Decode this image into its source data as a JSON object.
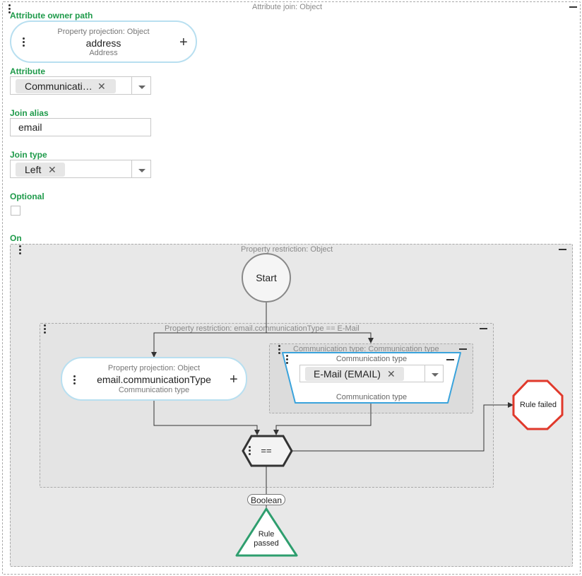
{
  "outer": {
    "caption": "Attribute join: Object"
  },
  "owner_path": {
    "label": "Attribute owner path",
    "node_type": "Property projection: Object",
    "name": "address",
    "subtitle": "Address",
    "plus": "+"
  },
  "attribute": {
    "label": "Attribute",
    "value": "Communicati…",
    "clear": "✕"
  },
  "join_alias": {
    "label": "Join alias",
    "value": "email"
  },
  "join_type": {
    "label": "Join type",
    "value": "Left",
    "clear": "✕"
  },
  "optional": {
    "label": "Optional",
    "checked": false
  },
  "on": {
    "label": "On",
    "restriction": {
      "caption": "Property restriction: Object",
      "start_label": "Start",
      "inner": {
        "caption": "Property restriction: email.communicationType == E-Mail",
        "projection": {
          "node_type": "Property projection: Object",
          "name": "email.communicationType",
          "subtitle": "Communication type",
          "plus": "+"
        },
        "constant": {
          "caption": "Communication type: Communication type",
          "title": "Communication type",
          "value": "E-Mail (EMAIL)",
          "clear": "✕",
          "footer": "Communication type"
        },
        "operator": "=="
      },
      "boolean_label": "Boolean",
      "rule_passed": [
        "Rule",
        "passed"
      ],
      "rule_failed": "Rule failed"
    }
  },
  "colors": {
    "label_green": "#1e9a4a",
    "pill_border": "#b8dff0",
    "selected_border": "#3aa3dc",
    "failed_red": "#e0392b",
    "passed_green": "#2e9e6e",
    "frame_fill": "#e8e8e8"
  }
}
